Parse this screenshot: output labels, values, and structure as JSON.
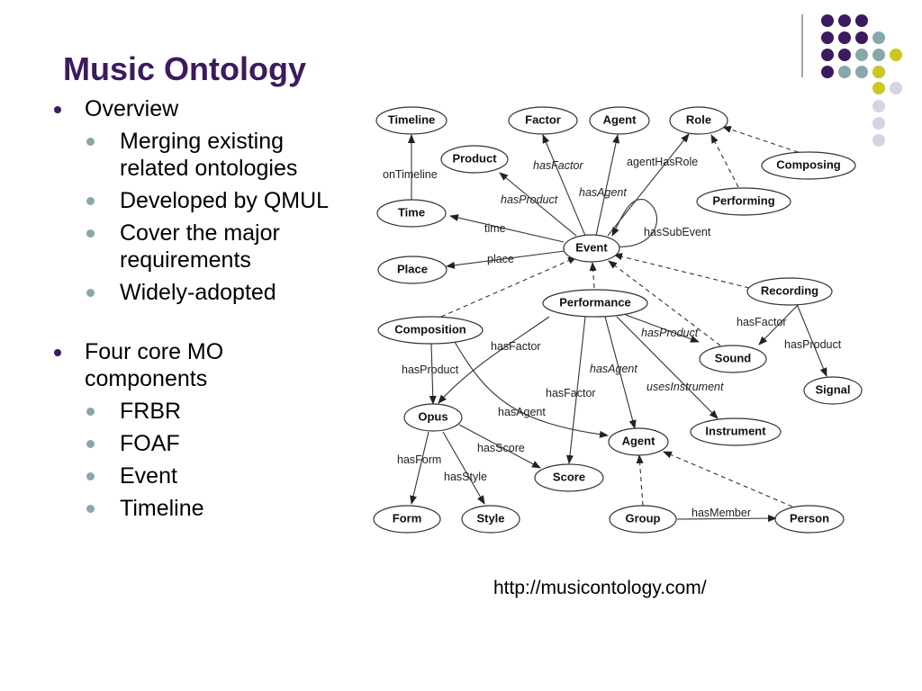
{
  "slide": {
    "title": "Music Ontology",
    "url": "http://musicontology.com/"
  },
  "bullets": [
    {
      "text": "Overview",
      "children": [
        "Merging existing related ontologies",
        "Developed by QMUL",
        "Cover the major requirements",
        "Widely-adopted"
      ]
    },
    {
      "text": "Four core MO components",
      "children": [
        "FRBR",
        "FOAF",
        "Event",
        "Timeline"
      ]
    }
  ],
  "diagram": {
    "nodes": {
      "timeline": "Timeline",
      "factor": "Factor",
      "agent_top": "Agent",
      "role": "Role",
      "product": "Product",
      "composing": "Composing",
      "performing": "Performing",
      "time": "Time",
      "event": "Event",
      "place": "Place",
      "recording": "Recording",
      "performance": "Performance",
      "composition": "Composition",
      "sound": "Sound",
      "signal": "Signal",
      "opus": "Opus",
      "instrument": "Instrument",
      "agent_bottom": "Agent",
      "score": "Score",
      "form": "Form",
      "style": "Style",
      "group": "Group",
      "person": "Person"
    },
    "edges": {
      "onTimeline": "onTimeline",
      "hasFactor1": "hasFactor",
      "hasProduct1": "hasProduct",
      "hasAgent1": "hasAgent",
      "agentHasRole": "agentHasRole",
      "time": "time",
      "place": "place",
      "hasSubEvent": "hasSubEvent",
      "hasFactor2": "hasFactor",
      "hasProduct2": "hasProduct",
      "hasProduct3": "hasProduct",
      "hasFactor3": "hasFactor",
      "hasProduct4": "hasProduct",
      "hasFactor4": "hasFactor",
      "hasAgent2": "hasAgent",
      "usesInstrument": "usesInstrument",
      "hasAgent3": "hasAgent",
      "hasScore": "hasScore",
      "hasForm": "hasForm",
      "hasStyle": "hasStyle",
      "hasMember": "hasMember"
    }
  },
  "colors": {
    "purple": "#3b1a5e",
    "teal": "#86a8aa",
    "olive": "#c8c820",
    "lavender": "#d4d4e4"
  }
}
